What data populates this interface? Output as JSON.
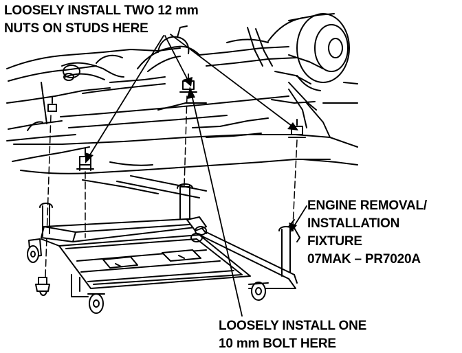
{
  "callouts": {
    "top": {
      "lines": [
        "LOOSELY INSTALL TWO 12 mm",
        "NUTS ON STUDS HERE"
      ]
    },
    "right": {
      "lines": [
        "ENGINE REMOVAL/",
        "INSTALLATION",
        "FIXTURE",
        "07MAK – PR7020A"
      ]
    },
    "bottom": {
      "lines": [
        "LOOSELY INSTALL ONE",
        "10 mm BOLT HERE"
      ]
    }
  },
  "colors": {
    "ink": "#000000",
    "paper": "#ffffff"
  }
}
